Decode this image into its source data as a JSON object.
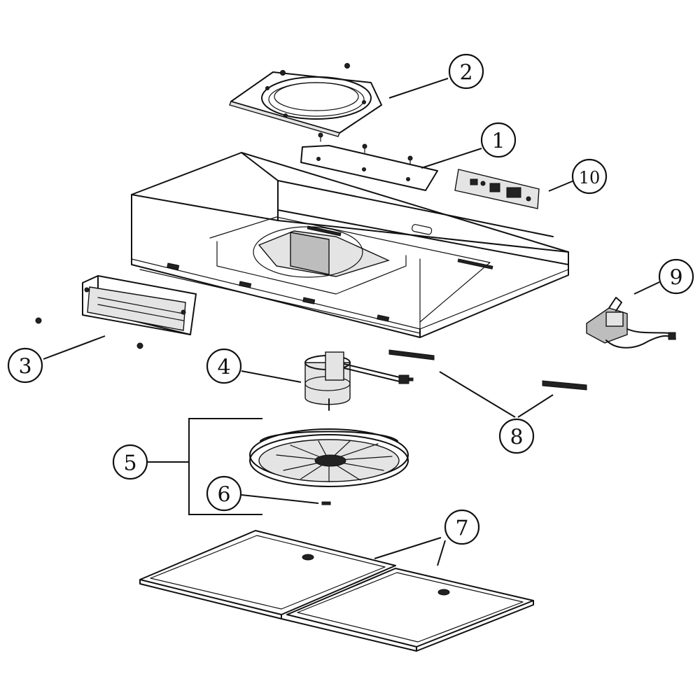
{
  "callouts": [
    {
      "id": "1",
      "label": "1",
      "part": "damper-plate"
    },
    {
      "id": "2",
      "label": "2",
      "part": "duct-collar"
    },
    {
      "id": "3",
      "label": "3",
      "part": "light-housing"
    },
    {
      "id": "4",
      "label": "4",
      "part": "motor"
    },
    {
      "id": "5",
      "label": "5",
      "part": "blower-assembly"
    },
    {
      "id": "6",
      "label": "6",
      "part": "nut"
    },
    {
      "id": "7",
      "label": "7",
      "part": "grease-filters"
    },
    {
      "id": "8",
      "label": "8",
      "part": "switch-knobs"
    },
    {
      "id": "9",
      "label": "9",
      "part": "wire-harness"
    },
    {
      "id": "10",
      "label": "10",
      "part": "control-board"
    }
  ]
}
